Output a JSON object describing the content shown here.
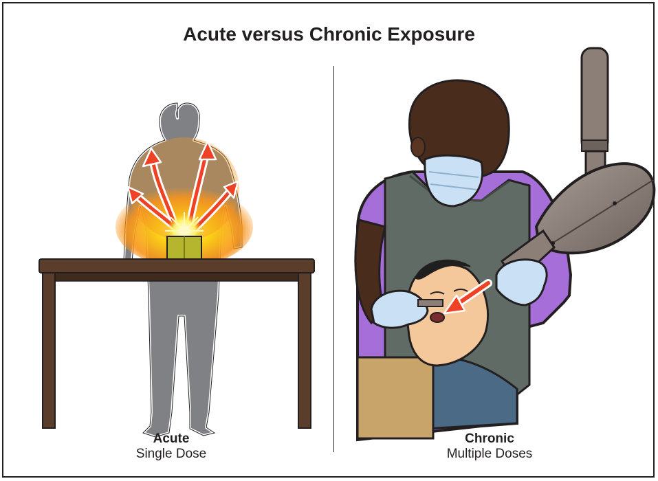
{
  "title": "Acute versus Chronic Exposure",
  "acute": {
    "label": "Acute",
    "description": "Single Dose"
  },
  "chronic": {
    "label": "Chronic",
    "description": "Multiple Doses"
  },
  "colors": {
    "silhouette": "#808184",
    "table": "#5a3d2b",
    "glow": "#f7941d",
    "arrow": "#ef4123",
    "apron": "#5f6b64",
    "scrubs": "#a66ed8",
    "skin_dark": "#4a2c1c",
    "glove": "#c9e0f5",
    "xray_head": "#8c7f77"
  }
}
